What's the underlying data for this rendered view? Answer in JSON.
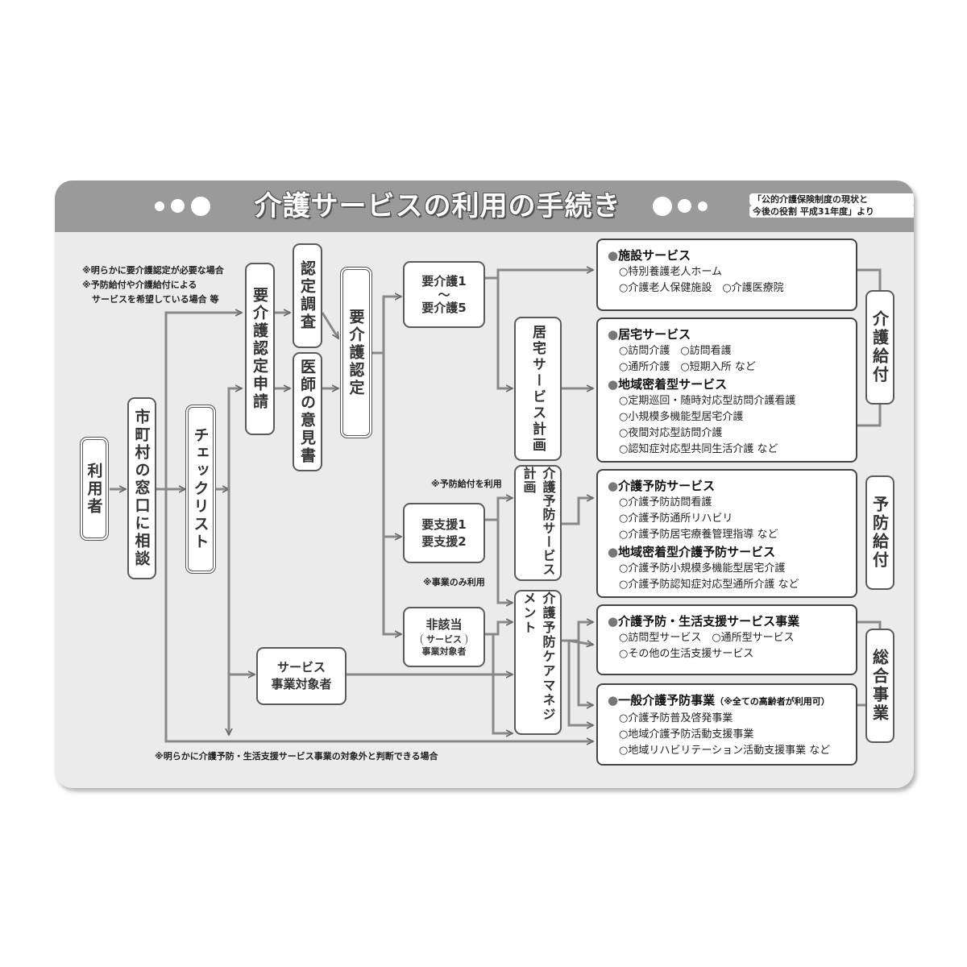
{
  "title": "介護サービスの利用の手続き",
  "source": [
    "「公的介護保険制度の現状と",
    "今後の役割 平成31年度」より"
  ],
  "notes": {
    "top_1": "※明らかに要介護認定が必要な場合",
    "top_2": "※予防給付や介護給付による",
    "top_3": "サービスを希望している場合 等",
    "yobo": "※予防給付を利用",
    "jigyo": "※事業のみ利用",
    "bottom": "※明らかに介護予防・生活支援サービス事業の対象外と判断できる場合"
  },
  "nodes": {
    "riyousha": "利用者",
    "madoguchi": "市町村の窓口に相談",
    "checklist": "チェックリスト",
    "shinsei": "要介護認定申請",
    "chousa": "認定調査",
    "ikensho": "医師の意見書",
    "nintei": "要介護認定",
    "yokaigo": [
      "要介護1",
      "～",
      "要介護5"
    ],
    "yoshien": [
      "要支援1",
      "要支援2"
    ],
    "higaitou": [
      "非該当",
      "サービス",
      "事業対象者"
    ],
    "jigyou_taishou": [
      "サービス",
      "事業対象者"
    ],
    "kyotaku_plan": "居宅サービス計画",
    "yobo_plan": "介護予防サービス計画",
    "care_mgmt": "介護予防ケアマネジメント"
  },
  "services": {
    "shisetsu": {
      "head": "施設サービス",
      "items": [
        "○特別養護老人ホーム",
        "○介護老人保健施設　○介護医療院"
      ]
    },
    "kyotaku": {
      "head": "居宅サービス",
      "items": [
        "○訪問介護　○訪問看護",
        "○通所介護　○短期入所 など"
      ],
      "head2": "地域密着型サービス",
      "items2": [
        "○定期巡回・随時対応型訪問介護看護",
        "○小規模多機能型居宅介護",
        "○夜間対応型訪問介護",
        "○認知症対応型共同生活介護 など"
      ]
    },
    "yobo": {
      "head": "介護予防サービス",
      "items": [
        "○介護予防訪問看護",
        "○介護予防通所リハビリ",
        "○介護予防居宅療養管理指導 など"
      ],
      "head2": "地域密着型介護予防サービス",
      "items2": [
        "○介護予防小規模多機能型居宅介護",
        "○介護予防認知症対応型通所介護 など"
      ]
    },
    "seikatsu": {
      "head": "介護予防・生活支援サービス事業",
      "items": [
        "○訪問型サービス　○通所型サービス",
        "○その他の生活支援サービス"
      ]
    },
    "ippan": {
      "head": "一般介護予防事業",
      "head_note": "（※全ての高齢者が利用可）",
      "items": [
        "○介護予防普及啓発事業",
        "○地域介護予防活動支援事業",
        "○地域リハビリテーション活動支援事業 など"
      ]
    }
  },
  "categories": {
    "kaigo_kyufu": "介護給付",
    "yobo_kyufu": "予防給付",
    "sogo_jigyo": "総合事業"
  },
  "colors": {
    "header": "#9a9a9a",
    "panel": "#ebebeb",
    "line": "#7a7a7a"
  }
}
